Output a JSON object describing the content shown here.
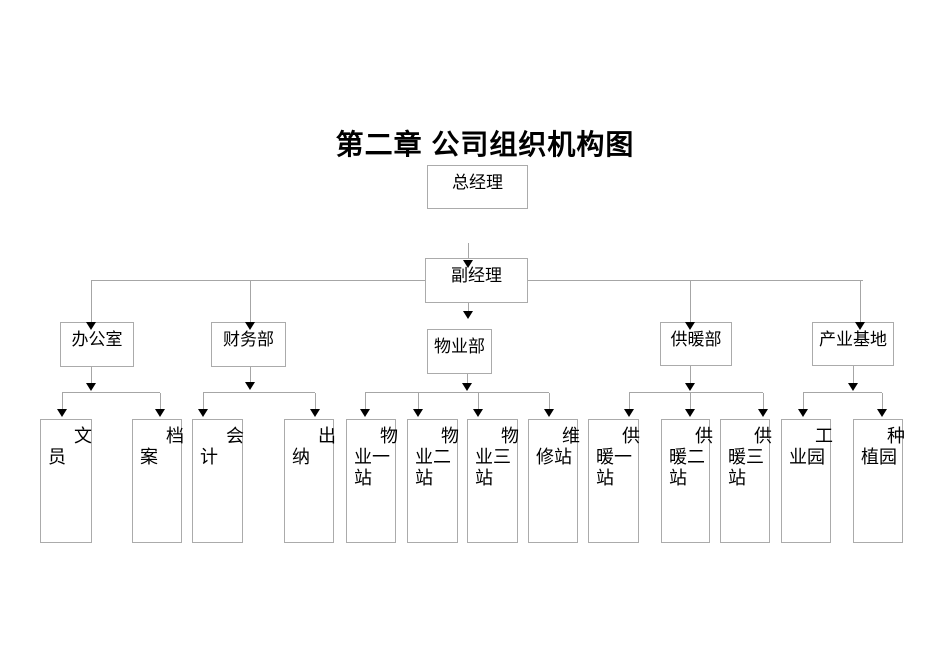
{
  "title": "第二章 公司组织机构图",
  "chart": {
    "type": "org-chart",
    "line_color": "#a6a6a6",
    "arrow_color": "#000000",
    "nodes": {
      "general_manager": "总经理",
      "deputy_manager": "副经理",
      "office": "办公室",
      "finance_dept": "财务部",
      "property_dept": "物业部",
      "heating_dept": "供暖部",
      "industrial_base": "产业基地",
      "clerk": "文员",
      "archives": "档案",
      "accountant": "会计",
      "cashier": "出纳",
      "property_station_1": "物业一站",
      "property_station_2": "物业二站",
      "property_station_3": "物业三站",
      "maintenance_station": "维修站",
      "heating_station_1": "供暖一站",
      "heating_station_2": "供暖二站",
      "heating_station_3": "供暖三站",
      "industrial_park": "工业园",
      "plantation": "种植园"
    },
    "edges": "general_manager>deputy_manager; deputy_manager>office,finance_dept,property_dept,heating_dept,industrial_base; office>clerk,archives; finance_dept>accountant,cashier; property_dept>property_station_1,property_station_2,property_station_3,maintenance_station; heating_dept>heating_station_1,heating_station_2,heating_station_3; industrial_base>industrial_park,plantation"
  }
}
